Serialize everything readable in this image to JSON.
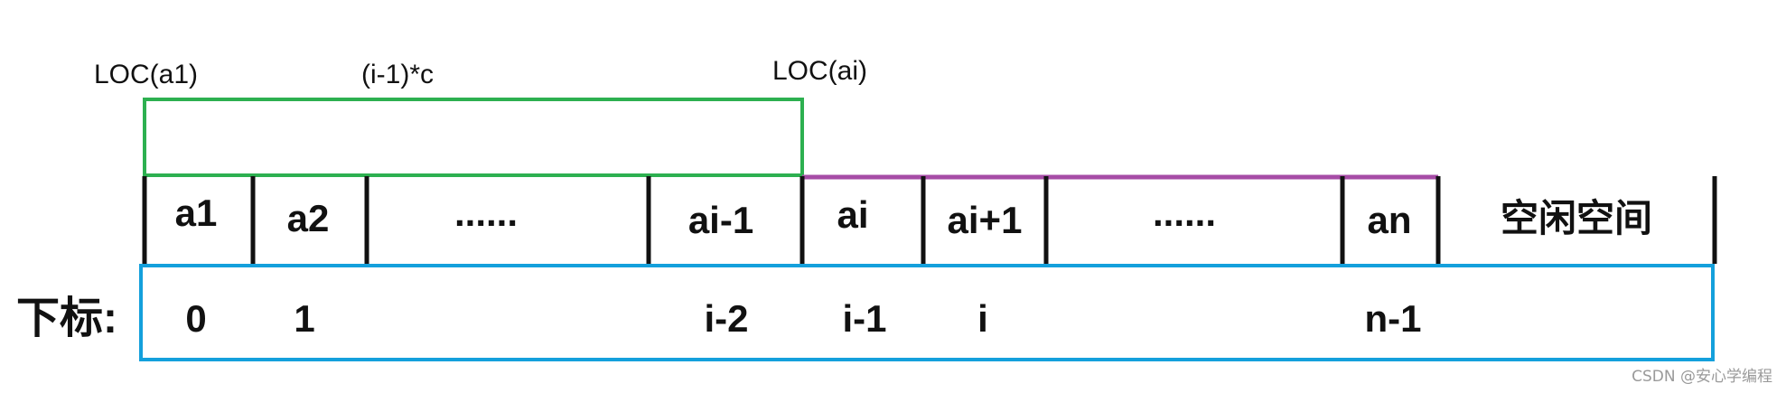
{
  "top_labels": {
    "loc_a1": "LOC(a1)",
    "offset": "(i-1)*c",
    "loc_ai": "LOC(ai)"
  },
  "cells": [
    "a1",
    "a2",
    "......",
    "ai-1",
    "ai",
    "ai+1",
    "......",
    "an",
    "空闲空间"
  ],
  "row_label": "下标:",
  "indices": [
    "0",
    "1",
    "i-2",
    "i-1",
    "i",
    "n-1"
  ],
  "watermark": "CSDN @安心学编程",
  "colors": {
    "offset_box": "#2db050",
    "used_line": "#a64ca6",
    "index_box": "#14a0dc",
    "dividers": "#111111"
  }
}
